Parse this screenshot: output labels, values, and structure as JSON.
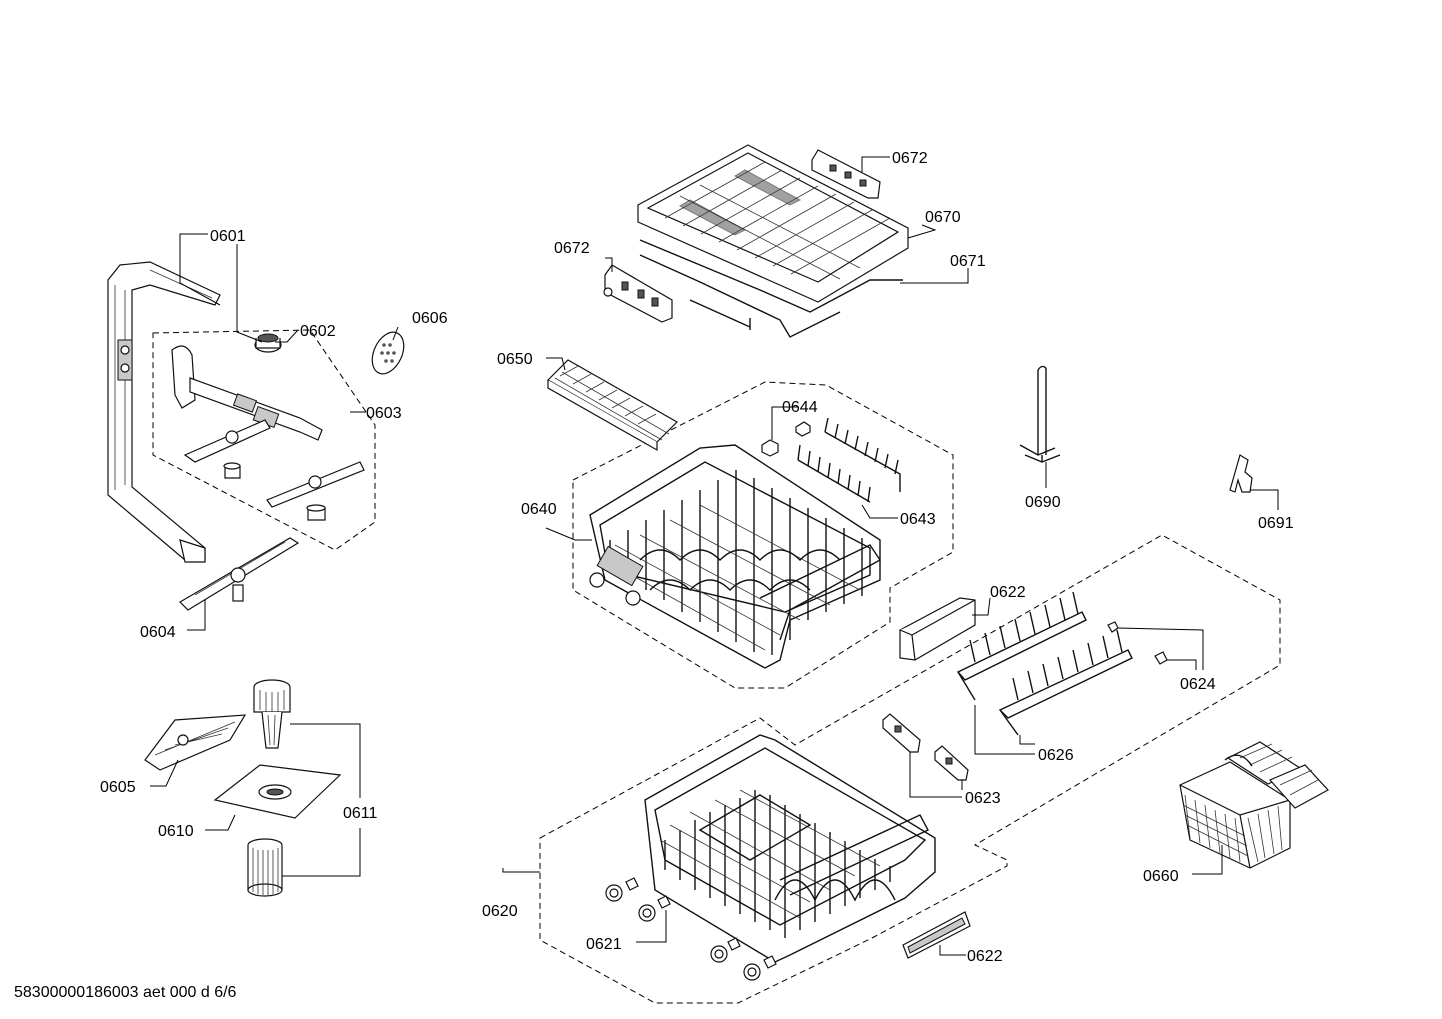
{
  "footer": {
    "document_id": "58300000186003 aet 000 d 6/6"
  },
  "callouts": {
    "c0601": "0601",
    "c0602": "0602",
    "c0603": "0603",
    "c0604": "0604",
    "c0605": "0605",
    "c0606": "0606",
    "c0610": "0610",
    "c0611": "0611",
    "c0620": "0620",
    "c0621": "0621",
    "c0622a": "0622",
    "c0622b": "0622",
    "c0623": "0623",
    "c0624": "0624",
    "c0626": "0626",
    "c0640": "0640",
    "c0643": "0643",
    "c0644": "0644",
    "c0650": "0650",
    "c0660": "0660",
    "c0670": "0670",
    "c0671": "0671",
    "c0672a": "0672",
    "c0672b": "0672",
    "c0690": "0690",
    "c0691": "0691"
  }
}
